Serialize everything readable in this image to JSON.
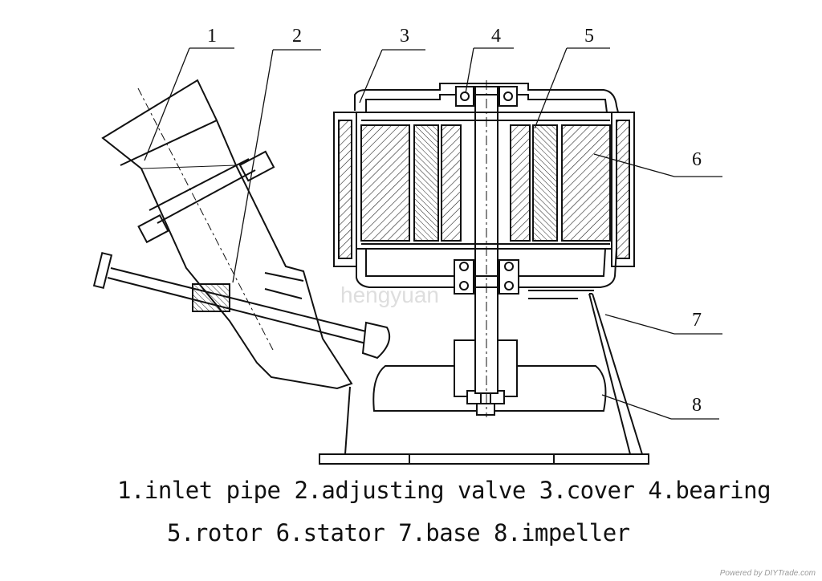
{
  "diagram": {
    "callouts": [
      {
        "number": "1",
        "part": "inlet pipe"
      },
      {
        "number": "2",
        "part": "adjusting valve"
      },
      {
        "number": "3",
        "part": "cover"
      },
      {
        "number": "4",
        "part": "bearing"
      },
      {
        "number": "5",
        "part": "rotor"
      },
      {
        "number": "6",
        "part": "stator"
      },
      {
        "number": "7",
        "part": "base"
      },
      {
        "number": "8",
        "part": "impeller"
      }
    ],
    "legend_line_1": "1.inlet pipe 2.adjusting valve 3.cover 4.bearing",
    "legend_line_2": "5.rotor 6.stator 7.base 8.impeller",
    "watermark": "hengyuan",
    "credit": "Powered by DIYTrade.com"
  }
}
